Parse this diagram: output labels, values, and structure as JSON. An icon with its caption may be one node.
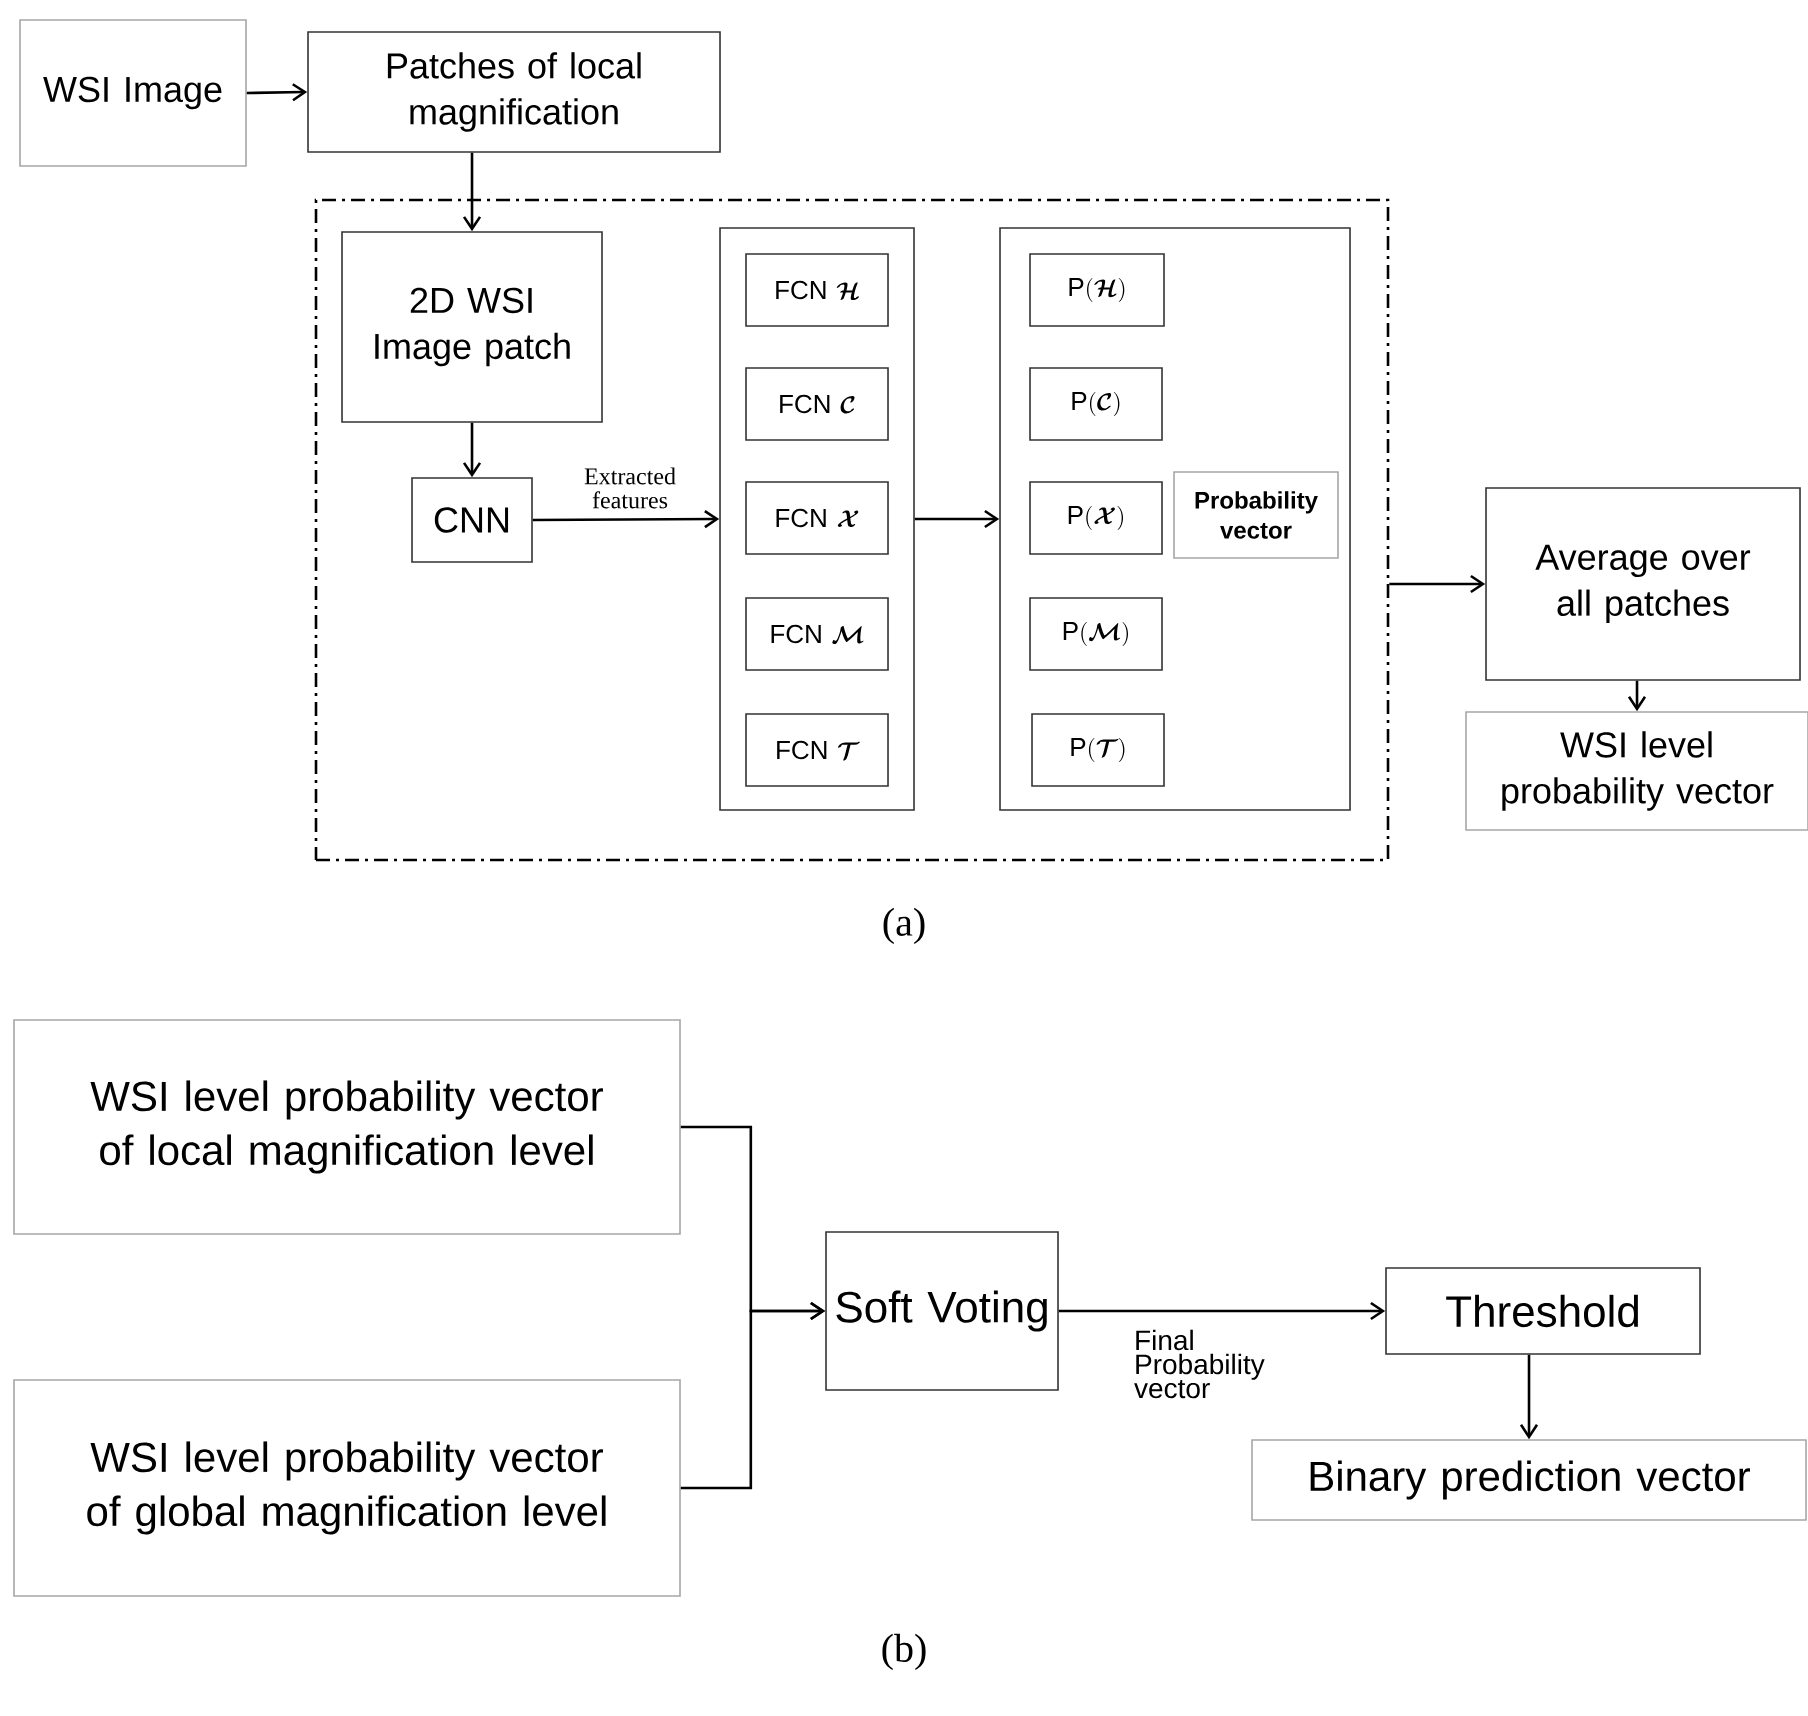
{
  "diagram": {
    "nodes": [
      {
        "text": [
          "WSI Image"
        ]
      },
      {
        "text": [
          "Patches of local magnification"
        ]
      },
      {
        "text": [],
        "shape": "box"
      },
      {
        "text": [
          "2D WSI Image patch"
        ],
        "in": 2
      },
      {
        "text": [
          "CNN"
        ],
        "in": 2
      },
      {
        "text": [],
        "shape": "box",
        "in": 2
      },
      {
        "text": [
          "\\text{FCN }\\boldsymbol{\\mathcal{H}}"
        ],
        "in": 5
      },
      {
        "text": [
          "\\text{FCN }\\boldsymbol{\\mathcal{C}}"
        ],
        "in": 5
      },
      {
        "text": [
          "\\text{FCN }\\boldsymbol{\\mathcal{X}}"
        ],
        "in": 5
      },
      {
        "text": [
          "\\text{FCN }\\boldsymbol{\\mathcal{M}}"
        ],
        "in": 5
      },
      {
        "text": [
          "\\text{FCN }\\boldsymbol{\\mathcal{T}}"
        ],
        "in": 5
      },
      {
        "text": [],
        "shape": "box",
        "in": 2
      },
      {
        "text": [
          "\\text{P}(\\boldsymbol{\\mathcal{H}})"
        ],
        "in": 11
      },
      {
        "text": [
          "\\text{P}(\\boldsymbol{\\mathcal{C}})"
        ],
        "in": 11
      },
      {
        "text": [
          "\\text{P}(\\boldsymbol{\\mathcal{X}})"
        ],
        "in": 11
      },
      {
        "text": [
          "\\text{P}(\\boldsymbol{\\mathcal{M}})"
        ],
        "in": 11
      },
      {
        "text": [
          "\\text{P}(\\boldsymbol{\\mathcal{T}})"
        ],
        "in": 11
      },
      {
        "text": [
          "Probability vector"
        ],
        "in": 11
      },
      {
        "text": [
          "Average over all patches"
        ]
      },
      {
        "text": [
          "WSI level probability vector"
        ]
      },
      {
        "text": [
          "WSI level probability vector of local magnification level"
        ]
      },
      {
        "text": [
          "WSI level probability vector of global magnification level"
        ]
      },
      {
        "text": [
          "Soft Voting"
        ]
      },
      {
        "text": [
          "Threshold"
        ]
      },
      {
        "text": [
          "Binary prediction vector"
        ]
      }
    ],
    "edges": [
      {
        "from": 0,
        "to": 1,
        "arrow": "to"
      },
      {
        "from": 1,
        "to": 3,
        "arrow": "to"
      },
      {
        "from": 3,
        "to": 4,
        "arrow": "to"
      },
      {
        "from": 4,
        "to": 5,
        "arrow": "to",
        "label": "Extracted features"
      },
      {
        "from": 5,
        "to": 11,
        "arrow": "to"
      },
      {
        "from": 2,
        "to": 18,
        "arrow": "to"
      },
      {
        "from": 18,
        "to": 19,
        "arrow": "to"
      },
      {
        "from": 20,
        "to": 22,
        "arrow": "to"
      },
      {
        "from": 21,
        "to": 22,
        "arrow": "to"
      },
      {
        "from": 22,
        "to": 23,
        "arrow": "to",
        "label": "Final Probability vector"
      },
      {
        "from": 23,
        "to": 24,
        "arrow": "to"
      }
    ],
    "labels": [
      "(a)",
      "(b)"
    ]
  }
}
